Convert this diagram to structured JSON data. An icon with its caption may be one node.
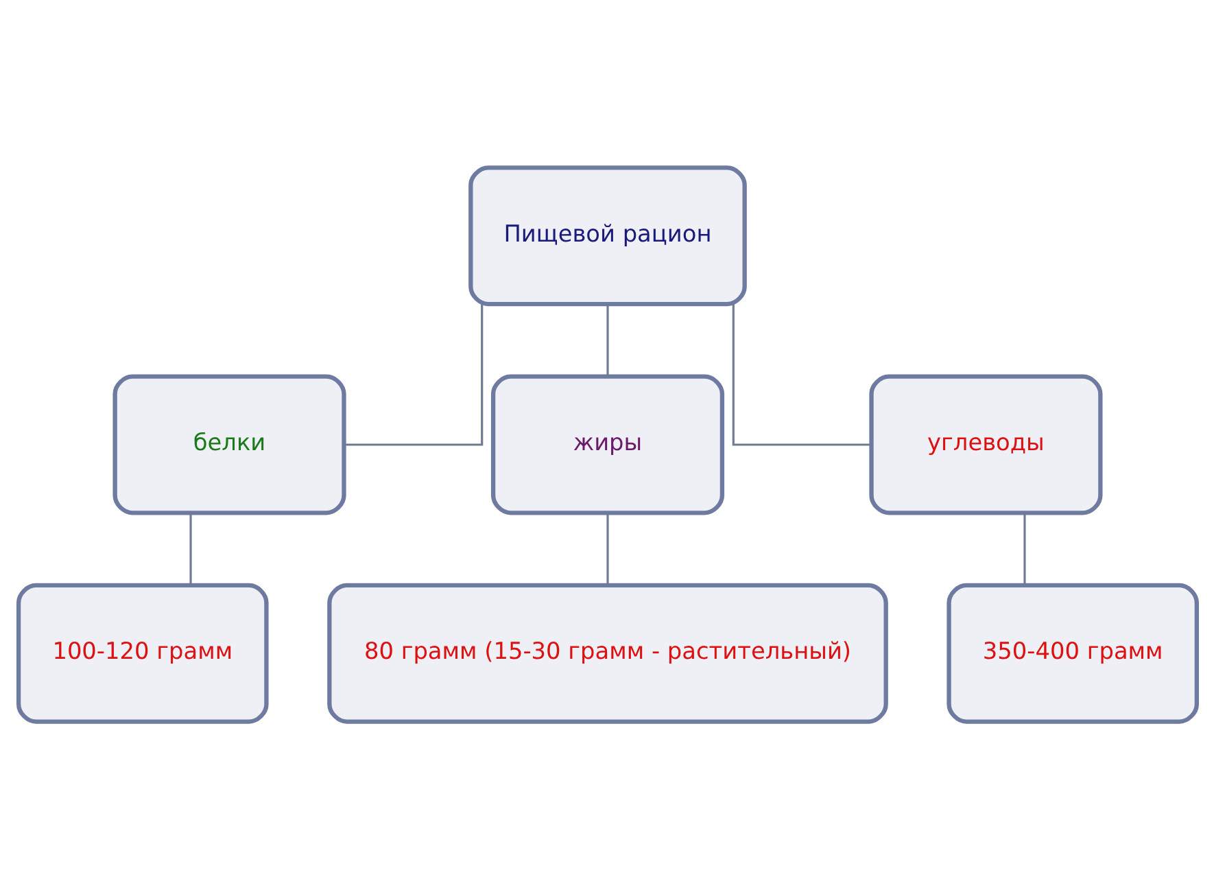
{
  "diagram": {
    "nodes": [
      {
        "text": [
          "Пищевой рацион"
        ]
      },
      {
        "text": [
          "белки"
        ]
      },
      {
        "text": [
          "жиры"
        ]
      },
      {
        "text": [
          "углеводы"
        ]
      },
      {
        "text": [
          "100-120 грамм"
        ]
      },
      {
        "text": [
          "80 грамм (15-30 грамм - растительный)"
        ]
      },
      {
        "text": [
          "350-400 грамм"
        ]
      }
    ],
    "edges": [
      {
        "from": 0,
        "to": 1,
        "arrow": "none"
      },
      {
        "from": 0,
        "to": 2,
        "arrow": "none"
      },
      {
        "from": 0,
        "to": 3,
        "arrow": "none"
      },
      {
        "from": 1,
        "to": 4,
        "arrow": "none"
      },
      {
        "from": 2,
        "to": 5,
        "arrow": "none"
      },
      {
        "from": 3,
        "to": 6,
        "arrow": "none"
      }
    ]
  }
}
